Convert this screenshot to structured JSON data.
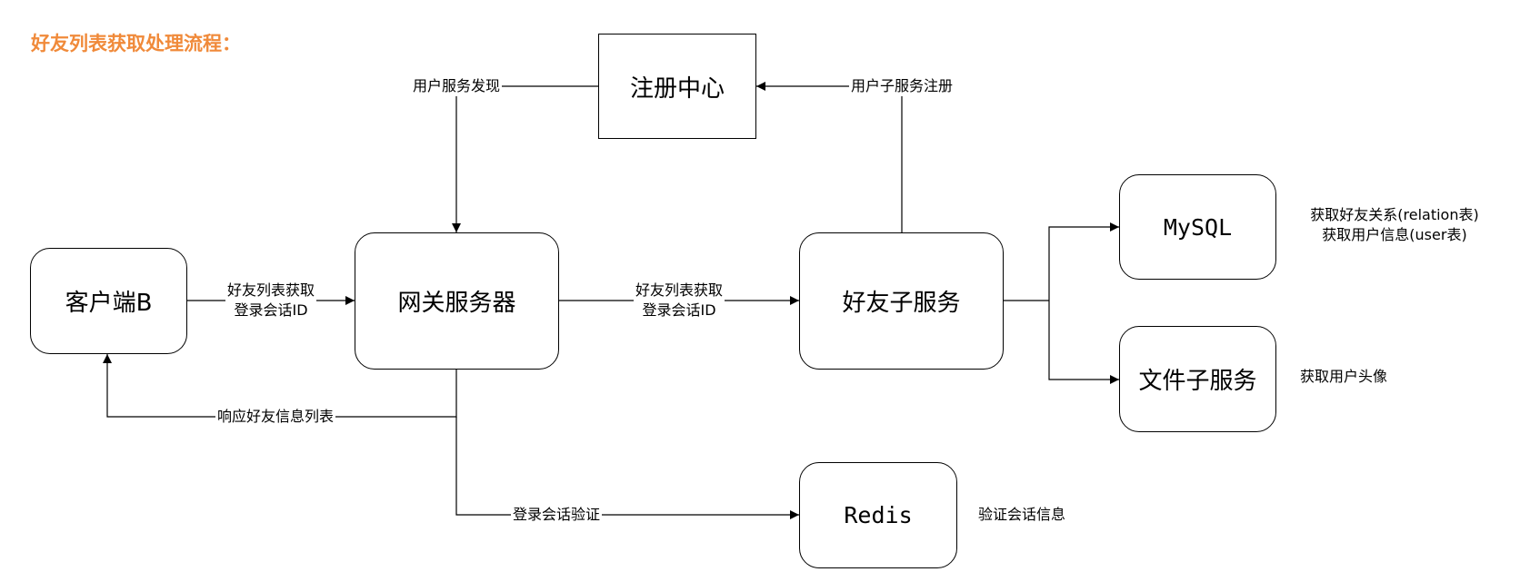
{
  "title": "好友列表获取处理流程：",
  "nodes": {
    "registry": "注册中心",
    "client": "客户端B",
    "gateway": "网关服务器",
    "friend_service": "好友子服务",
    "mysql": "MySQL",
    "file_service": "文件子服务",
    "redis": "Redis"
  },
  "edges": {
    "service_discovery": "用户服务发现",
    "service_register": "用户子服务注册",
    "client_to_gateway": [
      "好友列表获取",
      "登录会话ID"
    ],
    "gateway_to_friend": [
      "好友列表获取",
      "登录会话ID"
    ],
    "response": "响应好友信息列表",
    "session_verify": "登录会话验证"
  },
  "notes": {
    "mysql": [
      "获取好友关系(relation表)",
      "获取用户信息(user表)"
    ],
    "file_service": "获取用户头像",
    "redis": "验证会话信息"
  }
}
